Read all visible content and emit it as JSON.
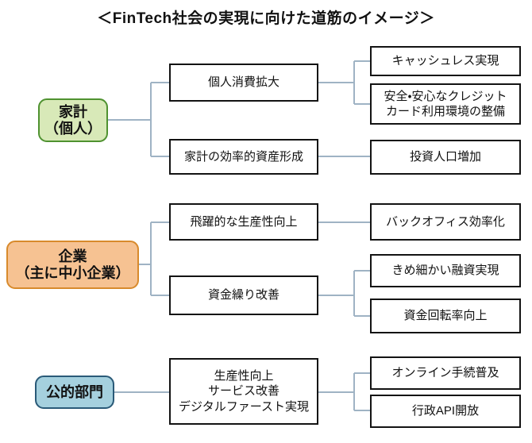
{
  "title": "＜FinTech社会の実現に向けた道筋のイメージ＞",
  "colors": {
    "connector": "#9fb3c4",
    "rect_border": "#131313",
    "green_fill": "#d8e9b8",
    "green_border": "#4f9230",
    "orange_fill": "#f6c292",
    "orange_border": "#d88a2c",
    "blue_fill": "#a5d0de",
    "blue_border": "#2a5a78",
    "background": "#ffffff",
    "text": "#111111"
  },
  "sections": [
    {
      "id": "household",
      "root": {
        "label": "家計\n（個人）",
        "style": "green"
      },
      "level2": [
        {
          "label": "個人消費拡大"
        },
        {
          "label": "家計の効率的資産形成"
        }
      ],
      "level3": [
        {
          "label": "キャッシュレス実現"
        },
        {
          "label": "安全・安心なクレジット\nカード利用環境の整備"
        },
        {
          "label": "投資人口増加"
        }
      ]
    },
    {
      "id": "company",
      "root": {
        "label": "企業\n（主に中小企業）",
        "style": "orange"
      },
      "level2": [
        {
          "label": "飛躍的な生産性向上"
        },
        {
          "label": "資金繰り改善"
        }
      ],
      "level3": [
        {
          "label": "バックオフィス効率化"
        },
        {
          "label": "きめ細かい融資実現"
        },
        {
          "label": "資金回転率向上"
        }
      ]
    },
    {
      "id": "public",
      "root": {
        "label": "公的部門",
        "style": "blue"
      },
      "level2": [
        {
          "label": "生産性向上\nサービス改善\nデジタルファースト実現"
        }
      ],
      "level3": [
        {
          "label": "オンライン手続普及"
        },
        {
          "label": "行政API開放"
        }
      ]
    }
  ]
}
